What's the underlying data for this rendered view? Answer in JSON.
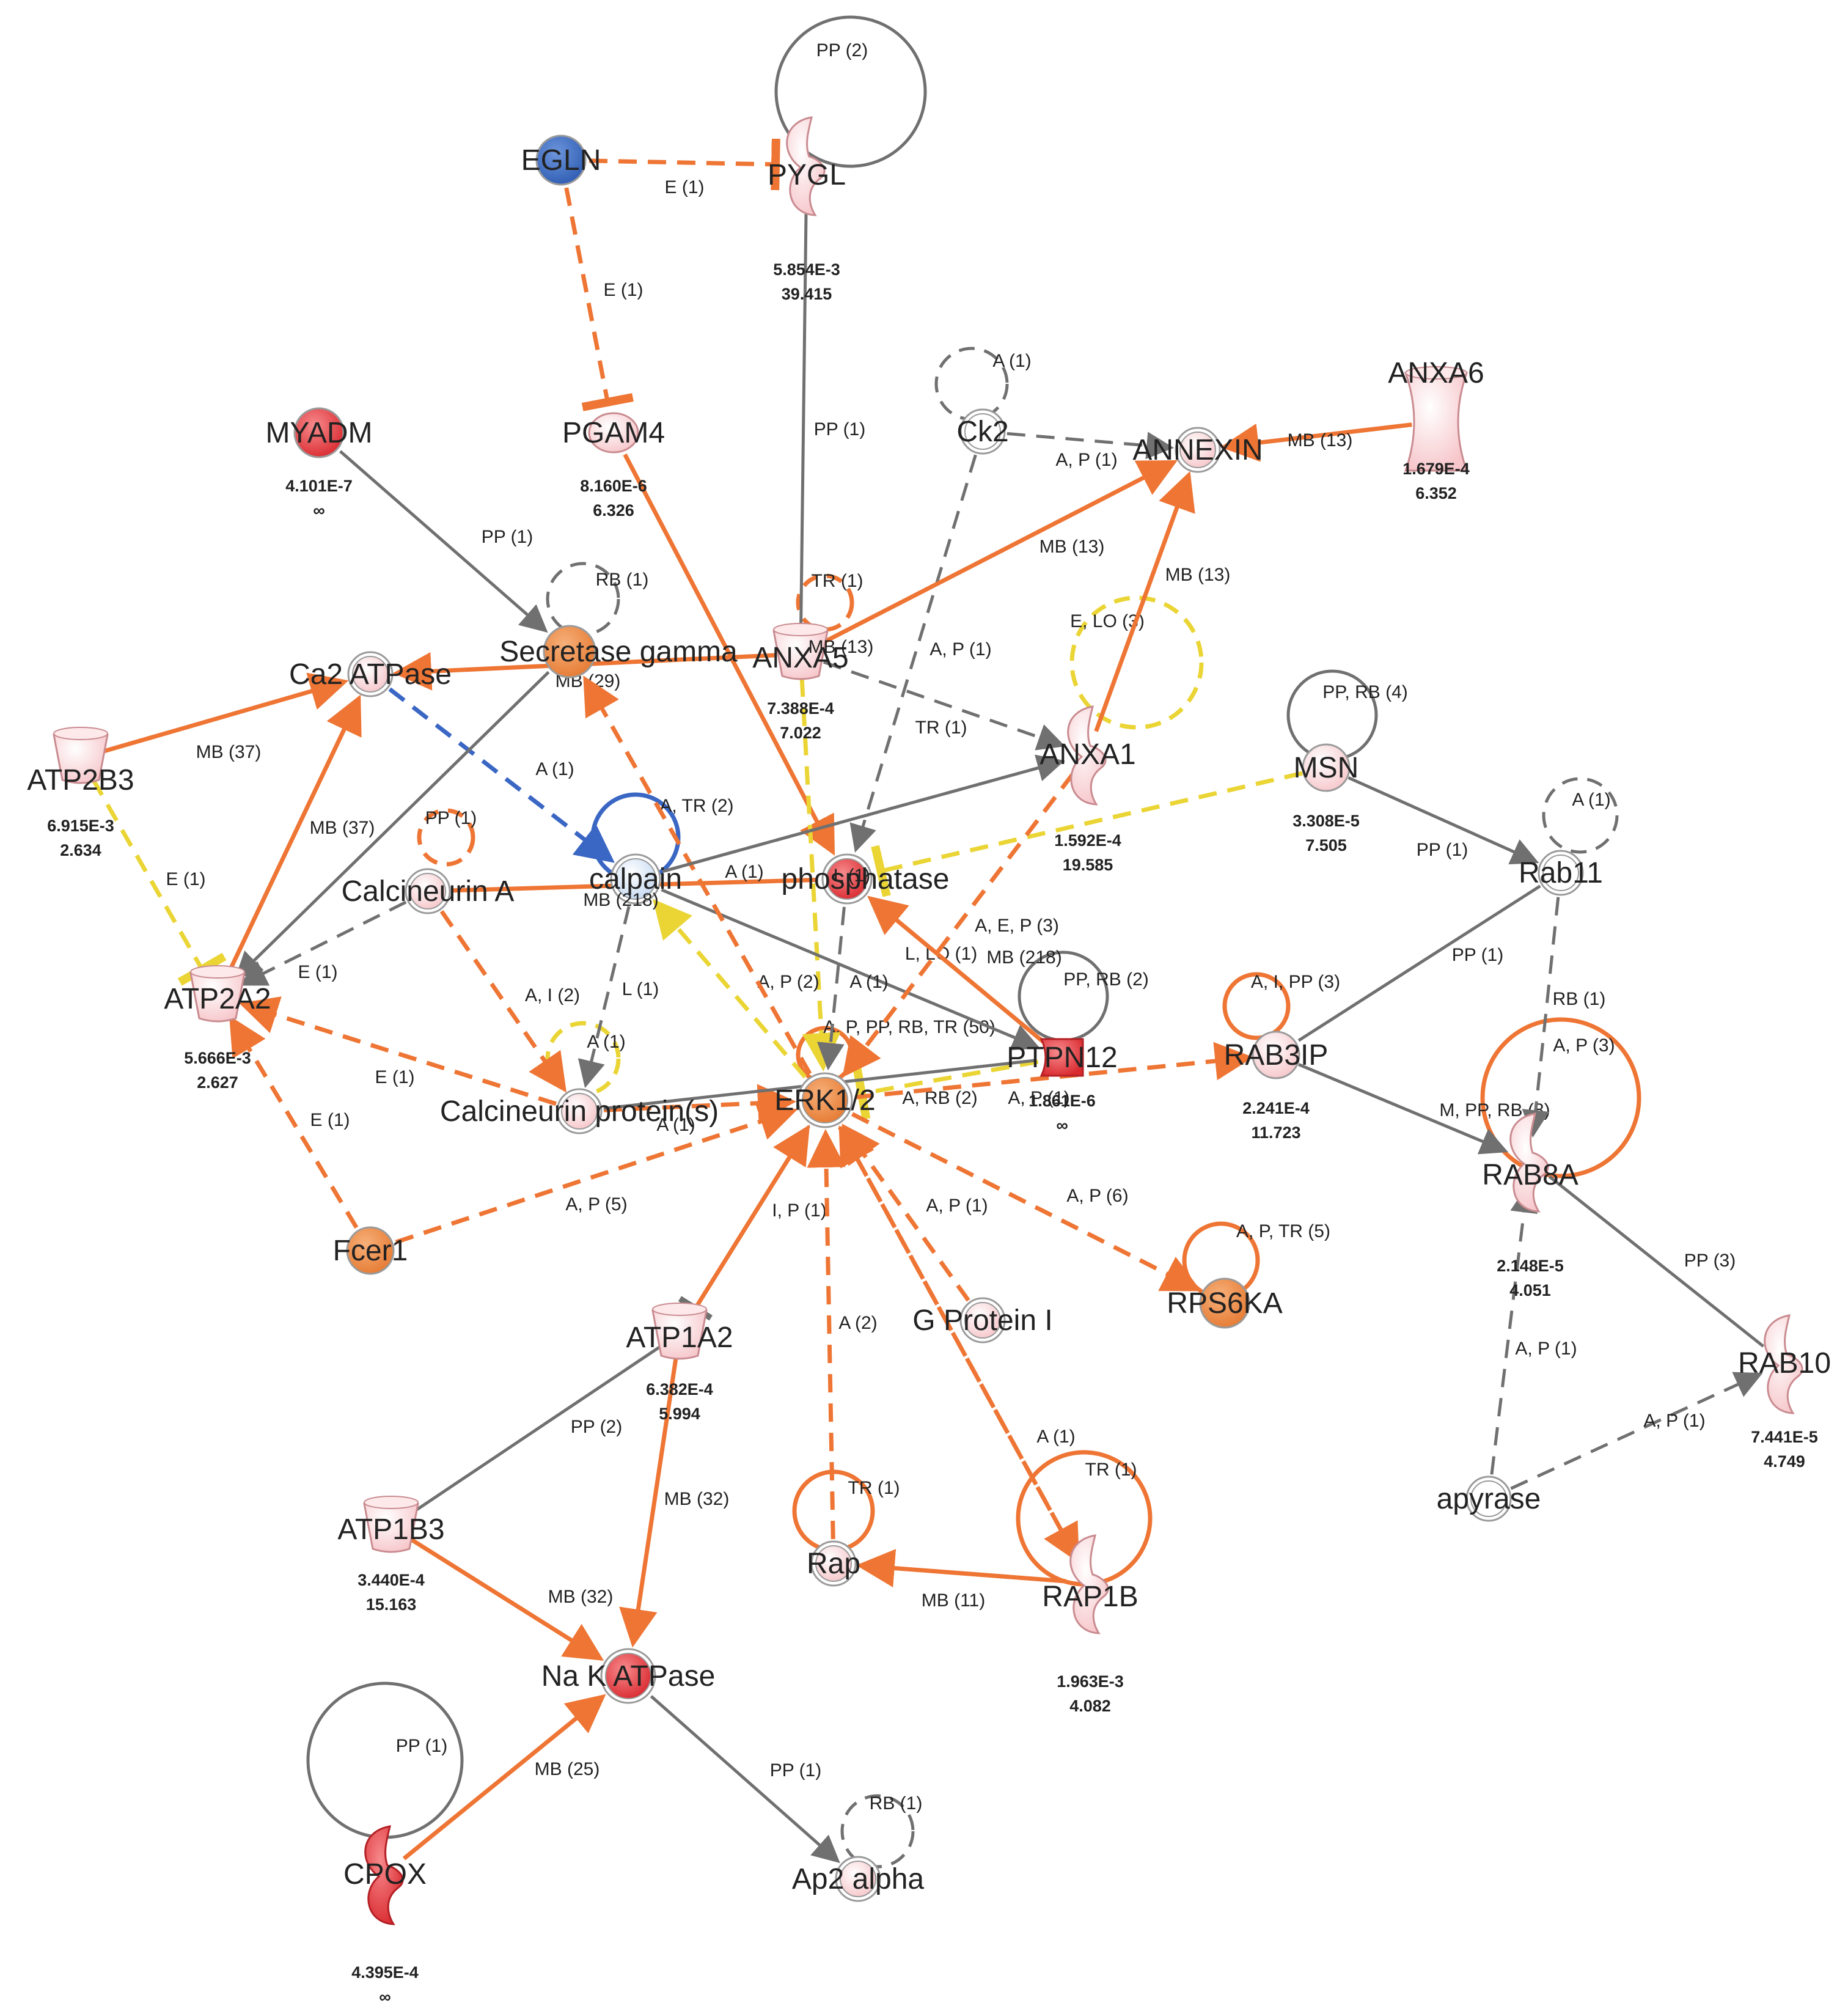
{
  "colors": {
    "orange": "#ee7534",
    "grey": "#707070",
    "yellow": "#ead535",
    "blue": "#3a66c4",
    "node_light": "#fbdcde",
    "node_red": "#e84448",
    "node_orange": "#f09550",
    "node_blue": "#4272c2",
    "node_lightblue": "#d7e5f5",
    "node_white": "#ffffff"
  },
  "nodes": [
    {
      "id": "EGLN",
      "label": "EGLN",
      "shape": "circle",
      "fill": "node_blue"
    },
    {
      "id": "PYGL",
      "label": "PYGL",
      "shape": "enzyme",
      "fill": "node_light",
      "p": "5.854E-3",
      "fc": "39.415"
    },
    {
      "id": "MYADM",
      "label": "MYADM",
      "shape": "circle",
      "fill": "node_red",
      "p": "4.101E-7",
      "fc": "∞"
    },
    {
      "id": "PGAM4",
      "label": "PGAM4",
      "shape": "blob",
      "fill": "node_light",
      "p": "8.160E-6",
      "fc": "6.326"
    },
    {
      "id": "Ck2",
      "label": "Ck2",
      "shape": "ring",
      "fill": "node_white"
    },
    {
      "id": "ANNEXIN",
      "label": "ANNEXIN",
      "shape": "ring",
      "fill": "node_light"
    },
    {
      "id": "ANXA6",
      "label": "ANXA6",
      "shape": "transporter",
      "fill": "node_light",
      "p": "1.679E-4",
      "fc": "6.352"
    },
    {
      "id": "Ca2ATPase",
      "label": "Ca2 ATPase",
      "shape": "ring",
      "fill": "node_light"
    },
    {
      "id": "SecretaseGamma",
      "label": "Secretase gamma",
      "shape": "circle",
      "fill": "node_orange"
    },
    {
      "id": "ANXA5",
      "label": "ANXA5",
      "shape": "cup",
      "fill": "node_light",
      "p": "7.388E-4",
      "fc": "7.022"
    },
    {
      "id": "ANXA1",
      "label": "ANXA1",
      "shape": "enzyme",
      "fill": "node_light",
      "p": "1.592E-4",
      "fc": "19.585"
    },
    {
      "id": "ATP2B3",
      "label": "ATP2B3",
      "shape": "cup",
      "fill": "node_light",
      "p": "6.915E-3",
      "fc": "2.634"
    },
    {
      "id": "MSN",
      "label": "MSN",
      "shape": "circle",
      "fill": "node_light",
      "p": "3.308E-5",
      "fc": "7.505"
    },
    {
      "id": "CalcineurinA",
      "label": "Calcineurin A",
      "shape": "ring",
      "fill": "node_light"
    },
    {
      "id": "calpain",
      "label": "calpain",
      "shape": "ring",
      "fill": "node_lightblue"
    },
    {
      "id": "phosphatase",
      "label": "phosphatase",
      "shape": "ring",
      "fill": "node_red"
    },
    {
      "id": "Rab11",
      "label": "Rab11",
      "shape": "ring",
      "fill": "node_white"
    },
    {
      "id": "ATP2A2",
      "label": "ATP2A2",
      "shape": "cup",
      "fill": "node_light",
      "p": "5.666E-3",
      "fc": "2.627"
    },
    {
      "id": "PTPN12",
      "label": "PTPN12",
      "shape": "phosphatase",
      "fill": "node_red",
      "p": "1.861E-6",
      "fc": "∞"
    },
    {
      "id": "RAB3IP",
      "label": "RAB3IP",
      "shape": "circle",
      "fill": "node_light",
      "p": "2.241E-4",
      "fc": "11.723"
    },
    {
      "id": "CalcineurinProteins",
      "label": "Calcineurin protein(s)",
      "shape": "ring",
      "fill": "node_light"
    },
    {
      "id": "ERK12",
      "label": "ERK1/2",
      "shape": "ring",
      "fill": "node_orange"
    },
    {
      "id": "RAB8A",
      "label": "RAB8A",
      "shape": "enzyme",
      "fill": "node_light",
      "p": "2.148E-5",
      "fc": "4.051"
    },
    {
      "id": "Fcer1",
      "label": "Fcer1",
      "shape": "circle",
      "fill": "node_orange"
    },
    {
      "id": "RPS6KA",
      "label": "RPS6KA",
      "shape": "circle",
      "fill": "node_orange"
    },
    {
      "id": "ATP1A2",
      "label": "ATP1A2",
      "shape": "cup",
      "fill": "node_light",
      "p": "6.382E-4",
      "fc": "5.994"
    },
    {
      "id": "GProteinI",
      "label": "G Protein I",
      "shape": "ring",
      "fill": "node_light"
    },
    {
      "id": "RAB10",
      "label": "RAB10",
      "shape": "enzyme",
      "fill": "node_light",
      "p": "7.441E-5",
      "fc": "4.749"
    },
    {
      "id": "apyrase",
      "label": "apyrase",
      "shape": "ring",
      "fill": "node_white"
    },
    {
      "id": "ATP1B3",
      "label": "ATP1B3",
      "shape": "cup",
      "fill": "node_light",
      "p": "3.440E-4",
      "fc": "15.163"
    },
    {
      "id": "Rap",
      "label": "Rap",
      "shape": "ring",
      "fill": "node_light"
    },
    {
      "id": "RAP1B",
      "label": "RAP1B",
      "shape": "enzyme",
      "fill": "node_light",
      "p": "1.963E-3",
      "fc": "4.082"
    },
    {
      "id": "NaKATPase",
      "label": "Na K ATPase",
      "shape": "ring",
      "fill": "node_red"
    },
    {
      "id": "CPOX",
      "label": "CPOX",
      "shape": "enzyme",
      "fill": "node_red",
      "p": "4.395E-4",
      "fc": "∞"
    },
    {
      "id": "Ap2alpha",
      "label": "Ap2 alpha",
      "shape": "ring",
      "fill": "node_light"
    }
  ],
  "edges": [
    {
      "id": "e1",
      "from": "EGLN",
      "to": "PYGL",
      "color": "orange",
      "dash": true,
      "end": "bar",
      "label": "E (1)"
    },
    {
      "id": "e2",
      "from": "EGLN",
      "to": "PGAM4",
      "color": "orange",
      "dash": true,
      "end": "bar",
      "label": "E (1)"
    },
    {
      "id": "e3",
      "from": "PYGL",
      "to": "ANXA5",
      "color": "grey",
      "dash": false,
      "end": "none",
      "label": "PP (1)"
    },
    {
      "id": "e4",
      "from": "MYADM",
      "to": "SecretaseGamma",
      "color": "grey",
      "dash": false,
      "end": "arrow",
      "label": "PP (1)"
    },
    {
      "id": "e5",
      "from": "Ck2",
      "to": "ANNEXIN",
      "color": "grey",
      "dash": true,
      "end": "arrow",
      "label": ""
    },
    {
      "id": "e6",
      "from": "Ck2",
      "to": "phosphatase",
      "color": "grey",
      "dash": true,
      "end": "arrow",
      "label": "A, P (1)"
    },
    {
      "id": "e7",
      "from": "ANXA6",
      "to": "ANNEXIN",
      "color": "orange",
      "dash": false,
      "end": "arrow",
      "label": "MB (13)"
    },
    {
      "id": "e8",
      "from": "ANXA5",
      "to": "ANNEXIN",
      "color": "orange",
      "dash": false,
      "end": "arrow",
      "label": "MB (13)"
    },
    {
      "id": "e9",
      "from": "ANXA1",
      "to": "ANNEXIN",
      "color": "orange",
      "dash": false,
      "end": "arrow",
      "label": "MB (13)"
    },
    {
      "id": "e10",
      "from": "PGAM4",
      "to": "phosphatase",
      "color": "orange",
      "dash": false,
      "end": "arrow",
      "label": ""
    },
    {
      "id": "e11",
      "from": "ATP2B3",
      "to": "Ca2ATPase",
      "color": "orange",
      "dash": false,
      "end": "arrow",
      "label": "MB (37)"
    },
    {
      "id": "e12",
      "from": "ATP2A2",
      "to": "Ca2ATPase",
      "color": "orange",
      "dash": false,
      "end": "arrow",
      "label": "MB (37)"
    },
    {
      "id": "e13",
      "from": "ANXA5",
      "to": "Ca2ATPase",
      "color": "orange",
      "dash": false,
      "end": "arrow",
      "label": "MB (29)"
    },
    {
      "id": "e14",
      "from": "Ca2ATPase",
      "to": "calpain",
      "color": "blue",
      "dash": true,
      "end": "arrow",
      "label": "A (1)"
    },
    {
      "id": "e15",
      "from": "ATP2B3",
      "to": "ATP2A2",
      "color": "yellow",
      "dash": true,
      "end": "bar",
      "label": "E (1)"
    },
    {
      "id": "e16",
      "from": "SecretaseGamma",
      "to": "ATP2A2",
      "color": "grey",
      "dash": false,
      "end": "arrow",
      "label": ""
    },
    {
      "id": "e17",
      "from": "ANXA5",
      "to": "ANXA1",
      "color": "grey",
      "dash": true,
      "end": "arrow",
      "label": "TR (1)"
    },
    {
      "id": "e18",
      "from": "ANXA5",
      "to": "ERK12",
      "color": "yellow",
      "dash": true,
      "end": "arrow",
      "label": ""
    },
    {
      "id": "e19",
      "from": "MSN",
      "to": "phosphatase",
      "color": "yellow",
      "dash": true,
      "end": "bar",
      "label": ""
    },
    {
      "id": "e20",
      "from": "MSN",
      "to": "Rab11",
      "color": "grey",
      "dash": false,
      "end": "arrow",
      "label": "PP (1)"
    },
    {
      "id": "e21",
      "from": "calpain",
      "to": "ANXA1",
      "color": "grey",
      "dash": true,
      "end": "arrow",
      "label": ""
    },
    {
      "id": "e22",
      "from": "CalcineurinA",
      "to": "phosphatase",
      "color": "orange",
      "dash": false,
      "end": "none",
      "label": "A (1)"
    },
    {
      "id": "e23",
      "from": "CalcineurinA",
      "to": "CalcineurinProteins",
      "color": "orange",
      "dash": true,
      "end": "arrow",
      "label": "A, I (2)"
    },
    {
      "id": "e24",
      "from": "CalcineurinA",
      "to": "ATP2A2",
      "color": "grey",
      "dash": true,
      "end": "arrow",
      "label": "E (1)"
    },
    {
      "id": "e25",
      "from": "calpain",
      "to": "CalcineurinProteins",
      "color": "grey",
      "dash": true,
      "end": "arrow",
      "label": "L (1)"
    },
    {
      "id": "e26",
      "from": "calpain",
      "to": "PTPN12",
      "color": "grey",
      "dash": false,
      "end": "arrow",
      "label": "L, LO (1)"
    },
    {
      "id": "e27",
      "from": "ERK12",
      "to": "calpain",
      "color": "yellow",
      "dash": true,
      "end": "arrow",
      "label": "A, P (2)"
    },
    {
      "id": "e28",
      "from": "ERK12",
      "to": "SecretaseGamma",
      "color": "orange",
      "dash": true,
      "end": "arrow",
      "label": ""
    },
    {
      "id": "e29",
      "from": "phosphatase",
      "to": "ERK12",
      "color": "grey",
      "dash": true,
      "end": "arrow",
      "label": "A (1)"
    },
    {
      "id": "e30",
      "from": "PTPN12",
      "to": "phosphatase",
      "color": "orange",
      "dash": false,
      "end": "arrow",
      "label": "A, E, P (3)"
    },
    {
      "id": "e31",
      "from": "PTPN12",
      "to": "ERK12",
      "color": "yellow",
      "dash": true,
      "end": "bar",
      "label": "A, RB (2)"
    },
    {
      "id": "e32",
      "from": "ANXA1",
      "to": "ERK12",
      "color": "orange",
      "dash": true,
      "end": "arrow",
      "label": ""
    },
    {
      "id": "e33",
      "from": "ERK12",
      "to": "RAB3IP",
      "color": "orange",
      "dash": true,
      "end": "arrow",
      "label": ""
    },
    {
      "id": "e34",
      "from": "Rab11",
      "to": "RAB3IP",
      "color": "grey",
      "dash": false,
      "end": "none",
      "label": "PP (1)"
    },
    {
      "id": "e35",
      "from": "Rab11",
      "to": "RAB8A",
      "color": "grey",
      "dash": true,
      "end": "arrow",
      "label": "RB (1)"
    },
    {
      "id": "e36",
      "from": "RAB3IP",
      "to": "RAB8A",
      "color": "grey",
      "dash": false,
      "end": "arrow",
      "label": ""
    },
    {
      "id": "e37",
      "from": "RAB8A",
      "to": "RAB10",
      "color": "grey",
      "dash": false,
      "end": "none",
      "label": "PP (3)"
    },
    {
      "id": "e38",
      "from": "apyrase",
      "to": "RAB8A",
      "color": "grey",
      "dash": true,
      "end": "arrow",
      "label": "A, P (1)"
    },
    {
      "id": "e39",
      "from": "apyrase",
      "to": "RAB10",
      "color": "grey",
      "dash": true,
      "end": "arrow",
      "label": "A, P (1)"
    },
    {
      "id": "e40",
      "from": "CalcineurinProteins",
      "to": "ATP2A2",
      "color": "orange",
      "dash": true,
      "end": "arrow",
      "label": "E (1)"
    },
    {
      "id": "e41",
      "from": "Fcer1",
      "to": "ATP2A2",
      "color": "orange",
      "dash": true,
      "end": "arrow",
      "label": "E (1)"
    },
    {
      "id": "e42",
      "from": "Fcer1",
      "to": "ERK12",
      "color": "orange",
      "dash": true,
      "end": "arrow",
      "label": "A, P (5)"
    },
    {
      "id": "e43",
      "from": "CalcineurinProteins",
      "to": "ERK12",
      "color": "orange",
      "dash": true,
      "end": "arrow",
      "label": ""
    },
    {
      "id": "e44",
      "from": "ERK12",
      "to": "RPS6KA",
      "color": "orange",
      "dash": true,
      "end": "arrow",
      "label": "A, P (6)"
    },
    {
      "id": "e45",
      "from": "ERK12",
      "to": "ATP1A2",
      "color": "grey",
      "dash": true,
      "end": "bar",
      "label": "I, P (1)"
    },
    {
      "id": "e46",
      "from": "ATP1A2",
      "to": "ERK12",
      "color": "orange",
      "dash": false,
      "end": "arrow",
      "label": ""
    },
    {
      "id": "e47",
      "from": "GProteinI",
      "to": "ERK12",
      "color": "orange",
      "dash": true,
      "end": "arrow",
      "label": "A, P (1)"
    },
    {
      "id": "e48",
      "from": "Rap",
      "to": "ERK12",
      "color": "orange",
      "dash": true,
      "end": "arrow",
      "label": "A (2)"
    },
    {
      "id": "e49",
      "from": "RAP1B",
      "to": "ERK12",
      "color": "orange",
      "dash": true,
      "end": "arrow",
      "label": ""
    },
    {
      "id": "e50",
      "from": "ERK12",
      "to": "RAP1B",
      "color": "orange",
      "dash": true,
      "end": "arrow",
      "label": ""
    },
    {
      "id": "e51",
      "from": "RAP1B",
      "to": "Rap",
      "color": "orange",
      "dash": false,
      "end": "arrow",
      "label": "MB (11)"
    },
    {
      "id": "e52",
      "from": "ATP1A2",
      "to": "ATP1B3",
      "color": "grey",
      "dash": false,
      "end": "none",
      "label": "PP (2)"
    },
    {
      "id": "e53",
      "from": "ATP1A2",
      "to": "NaKATPase",
      "color": "orange",
      "dash": false,
      "end": "arrow",
      "label": "MB (32)"
    },
    {
      "id": "e54",
      "from": "ATP1B3",
      "to": "NaKATPase",
      "color": "orange",
      "dash": false,
      "end": "arrow",
      "label": "MB (32)"
    },
    {
      "id": "e55",
      "from": "CPOX",
      "to": "NaKATPase",
      "color": "orange",
      "dash": false,
      "end": "arrow",
      "label": "MB (25)"
    },
    {
      "id": "e56",
      "from": "NaKATPase",
      "to": "Ap2alpha",
      "color": "grey",
      "dash": false,
      "end": "arrow",
      "label": "PP (1)"
    },
    {
      "id": "e57",
      "from": "ANXA1",
      "to": "calpain",
      "color": "grey",
      "dash": false,
      "end": "none",
      "label": ""
    },
    {
      "id": "e58",
      "from": "CalcineurinProteins",
      "to": "PTPN12",
      "color": "grey",
      "dash": false,
      "end": "none",
      "label": "MB (218)"
    }
  ],
  "loops": [
    {
      "id": "l1",
      "node": "PYGL",
      "color": "grey",
      "dash": false,
      "label": "PP (2)"
    },
    {
      "id": "l2",
      "node": "Ck2",
      "color": "grey",
      "dash": true,
      "label": "A (1)"
    },
    {
      "id": "l3",
      "node": "SecretaseGamma",
      "color": "grey",
      "dash": true,
      "label": "RB (1)"
    },
    {
      "id": "l4",
      "node": "ANXA5",
      "color": "orange",
      "dash": true,
      "label": "TR (1)"
    },
    {
      "id": "l5",
      "node": "ANXA1",
      "color": "yellow",
      "dash": true,
      "label": "E, LO (3)"
    },
    {
      "id": "l6",
      "node": "MSN",
      "color": "grey",
      "dash": false,
      "label": "PP, RB (4)"
    },
    {
      "id": "l7",
      "node": "Rab11",
      "color": "grey",
      "dash": true,
      "label": "A (1)"
    },
    {
      "id": "l8",
      "node": "CalcineurinA",
      "color": "orange",
      "dash": true,
      "label": "PP (1)"
    },
    {
      "id": "l9",
      "node": "calpain",
      "color": "blue",
      "dash": false,
      "label": "A, TR (2)"
    },
    {
      "id": "l10",
      "node": "PTPN12",
      "color": "grey",
      "dash": false,
      "label": "PP, RB (2)"
    },
    {
      "id": "l11",
      "node": "RAB3IP",
      "color": "orange",
      "dash": false,
      "label": "A, I, PP (3)"
    },
    {
      "id": "l12",
      "node": "CalcineurinProteins",
      "color": "yellow",
      "dash": true,
      "label": "A (1)"
    },
    {
      "id": "l13",
      "node": "ERK12",
      "color": "orange",
      "dash": false,
      "label": "A, P, PP, RB, TR (50)"
    },
    {
      "id": "l14",
      "node": "RAB8A",
      "color": "orange",
      "dash": false,
      "label": "M, PP, RB (8)"
    },
    {
      "id": "l15",
      "node": "RPS6KA",
      "color": "orange",
      "dash": false,
      "label": "A, P, TR (5)"
    },
    {
      "id": "l16",
      "node": "Rap",
      "color": "orange",
      "dash": false,
      "label": "TR (1)"
    },
    {
      "id": "l17",
      "node": "RAP1B",
      "color": "orange",
      "dash": false,
      "label": "TR (1)"
    },
    {
      "id": "l18",
      "node": "CPOX",
      "color": "grey",
      "dash": false,
      "label": "PP (1)"
    },
    {
      "id": "l19",
      "node": "Ap2alpha",
      "color": "grey",
      "dash": true,
      "label": "RB (1)"
    }
  ],
  "extra_labels": [
    {
      "id": "x1",
      "text": "A, P (1)",
      "near": "ANNEXIN"
    },
    {
      "id": "x2",
      "text": "MB (13)",
      "near": "ANXA5"
    },
    {
      "id": "x3",
      "text": "A, P (3)",
      "near": "RAB8A"
    },
    {
      "id": "x4",
      "text": "A (1)",
      "near": "RAP1B"
    },
    {
      "id": "x5",
      "text": "L (1)",
      "near": "phosphatase"
    },
    {
      "id": "x6",
      "text": "A, P (1)",
      "near": "PTPN12"
    },
    {
      "id": "x7",
      "text": "A (1)",
      "near": "ERK12"
    },
    {
      "id": "x8",
      "text": "MB (218)",
      "near": "calpain"
    }
  ]
}
